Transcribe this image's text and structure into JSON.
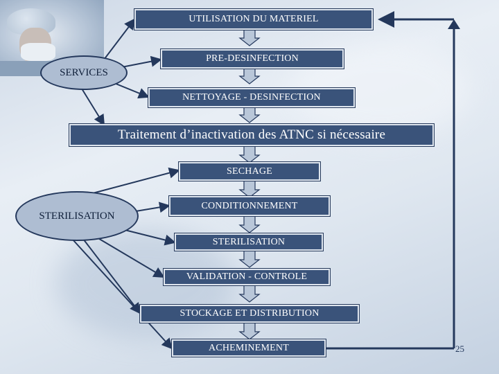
{
  "diagram": {
    "steps": [
      "UTILISATION DU MATERIEL",
      "PRE-DESINFECTION",
      "NETTOYAGE - DESINFECTION",
      "Traitement d’inactivation des ATNC si nécessaire",
      "SECHAGE",
      "CONDITIONNEMENT",
      "STERILISATION",
      "VALIDATION - CONTROLE",
      "STOCKAGE ET DISTRIBUTION",
      "ACHEMINEMENT"
    ],
    "groups": {
      "services": "SERVICES",
      "sterilisation": "STERILISATION"
    }
  },
  "page_number": "25",
  "colors": {
    "box_fill": "#3a537a",
    "box_border": "#dfe6ef",
    "ellipse_fill": "#aebdd2",
    "line": "#24385c"
  }
}
